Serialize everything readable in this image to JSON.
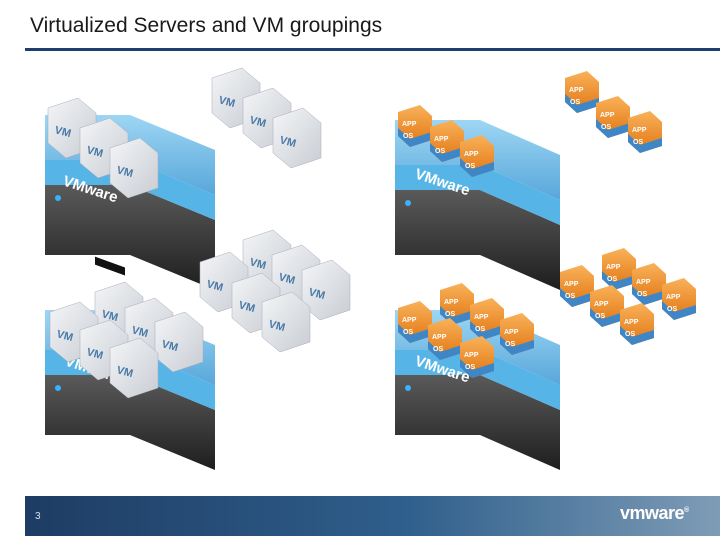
{
  "header": {
    "title": "Virtualized Servers and VM groupings"
  },
  "footer": {
    "page_number": "3",
    "logo_text": "vmware",
    "logo_registered": "®"
  },
  "labels": {
    "vm": "VM",
    "app": "APP",
    "os": "OS",
    "vmware_platform": "VMware"
  },
  "colors": {
    "title_rule": "#1d3f6e",
    "footer_start": "#1e3c64",
    "footer_end": "#7e9cb6",
    "platform_blue": "#4aa3dc",
    "server_dark": "#2b2b2b",
    "app_orange": "#f08a1c",
    "os_blue": "#3f86c6",
    "vm_grey": "#d9dde2"
  },
  "icons": [
    "vmware-logo",
    "server-icon",
    "vm-cube-icon",
    "app-os-cube-icon"
  ]
}
